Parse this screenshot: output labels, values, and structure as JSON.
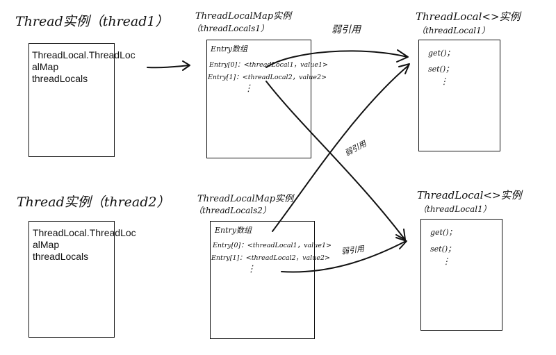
{
  "thread1": {
    "title": "Thread实例（thread1）",
    "field_line1": "ThreadLocal.ThreadLoc",
    "field_line2": "alMap threadLocals"
  },
  "thread2": {
    "title": "Thread实例（thread2）",
    "field_line1": "ThreadLocal.ThreadLoc",
    "field_line2": "alMap threadLocals"
  },
  "map1": {
    "title": "ThreadLocalMap实例",
    "subtitle": "（threadLocals1）",
    "array_label": "Entry数组",
    "entry0": "Entry[0]：<threadLocal1，value1>",
    "entry1": "Entry[1]：<threadLocal2，value2>",
    "ellipsis": "⋮"
  },
  "map2": {
    "title": "ThreadLocalMap实例",
    "subtitle": "（threadLocals2）",
    "array_label": "Entry数组",
    "entry0": "Entry[0]：<threadLocal1，value1>",
    "entry1": "Entry[1]：<threadLocal2，value2>",
    "ellipsis": "⋮"
  },
  "tl1": {
    "title": "ThreadLocal<>实例",
    "subtitle": "（threadLocal1）",
    "get": "get()；",
    "set": "set()；",
    "ellipsis": "⋮"
  },
  "tl2": {
    "title": "ThreadLocal<>实例",
    "subtitle": "（threadLocal1）",
    "get": "get()；",
    "set": "set()；",
    "ellipsis": "⋮"
  },
  "weak_ref_top": "弱引用",
  "weak_ref_middle": "弱引用",
  "weak_ref_bottom": "弱引用"
}
